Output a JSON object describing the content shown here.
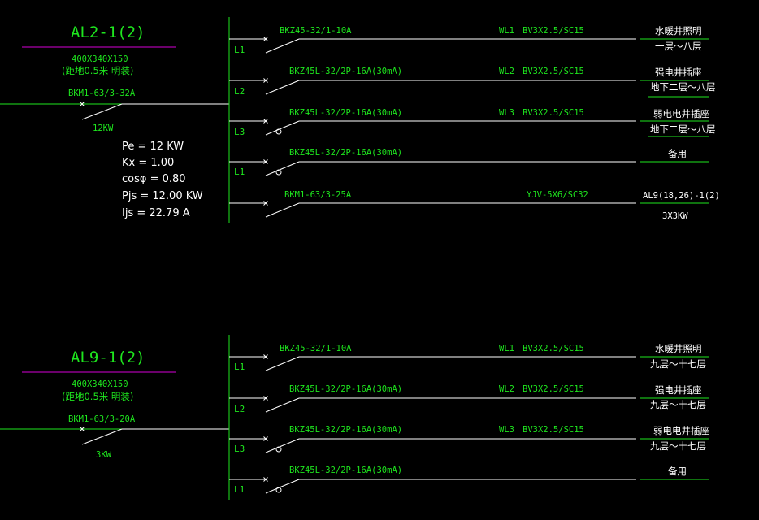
{
  "panels": [
    {
      "name": "AL2-1(2)",
      "size": "400X340X150",
      "mount": "(距地0.5米 明装)",
      "main_breaker": "BKM1-63/3-32A",
      "power": "12KW",
      "calc": {
        "pe": "Pe = 12  KW",
        "kx": "Kx = 1.00",
        "cos": "cosφ = 0.80",
        "pjs": "Pjs = 12.00  KW",
        "ijs": "Ijs = 22.79  A"
      },
      "circuits": [
        {
          "phase": "L1",
          "breaker": "BKZ45-32/1-10A",
          "wl": "WL1",
          "cable": "BV3X2.5/SC15",
          "load": "水暖井照明",
          "load2": "一层～八层",
          "rcd": false
        },
        {
          "phase": "L2",
          "breaker": "BKZ45L-32/2P-16A(30mA)",
          "wl": "WL2",
          "cable": "BV3X2.5/SC15",
          "load": "强电井插座",
          "load2": "地下二层～八层",
          "rcd": false
        },
        {
          "phase": "L3",
          "breaker": "BKZ45L-32/2P-16A(30mA)",
          "wl": "WL3",
          "cable": "BV3X2.5/SC15",
          "load": "弱电电井插座",
          "load2": "地下二层～八层",
          "rcd": true
        },
        {
          "phase": "L1",
          "breaker": "BKZ45L-32/2P-16A(30mA)",
          "wl": "",
          "cable": "",
          "load": "备用",
          "load2": "",
          "rcd": true
        },
        {
          "phase": "",
          "breaker": "BKM1-63/3-25A",
          "wl": "",
          "cable": "YJV-5X6/SC32",
          "load": "AL9(18,26)-1(2)",
          "load2": "3X3KW",
          "rcd": false
        }
      ]
    },
    {
      "name": "AL9-1(2)",
      "size": "400X340X150",
      "mount": "(距地0.5米 明装)",
      "main_breaker": "BKM1-63/3-20A",
      "power": "3KW",
      "circuits": [
        {
          "phase": "L1",
          "breaker": "BKZ45-32/1-10A",
          "wl": "WL1",
          "cable": "BV3X2.5/SC15",
          "load": "水暖井照明",
          "load2": "九层～十七层",
          "rcd": false
        },
        {
          "phase": "L2",
          "breaker": "BKZ45L-32/2P-16A(30mA)",
          "wl": "WL2",
          "cable": "BV3X2.5/SC15",
          "load": "强电井插座",
          "load2": "九层～十七层",
          "rcd": false
        },
        {
          "phase": "L3",
          "breaker": "BKZ45L-32/2P-16A(30mA)",
          "wl": "WL3",
          "cable": "BV3X2.5/SC15",
          "load": "弱电电井插座",
          "load2": "九层～十七层",
          "rcd": true
        },
        {
          "phase": "L1",
          "breaker": "BKZ45L-32/2P-16A(30mA)",
          "wl": "",
          "cable": "",
          "load": "备用",
          "load2": "",
          "rcd": true
        }
      ]
    }
  ],
  "colors": {
    "green": "#1ee61e",
    "white": "#ffffff",
    "magenta": "#d600d6",
    "background": "#000000"
  }
}
